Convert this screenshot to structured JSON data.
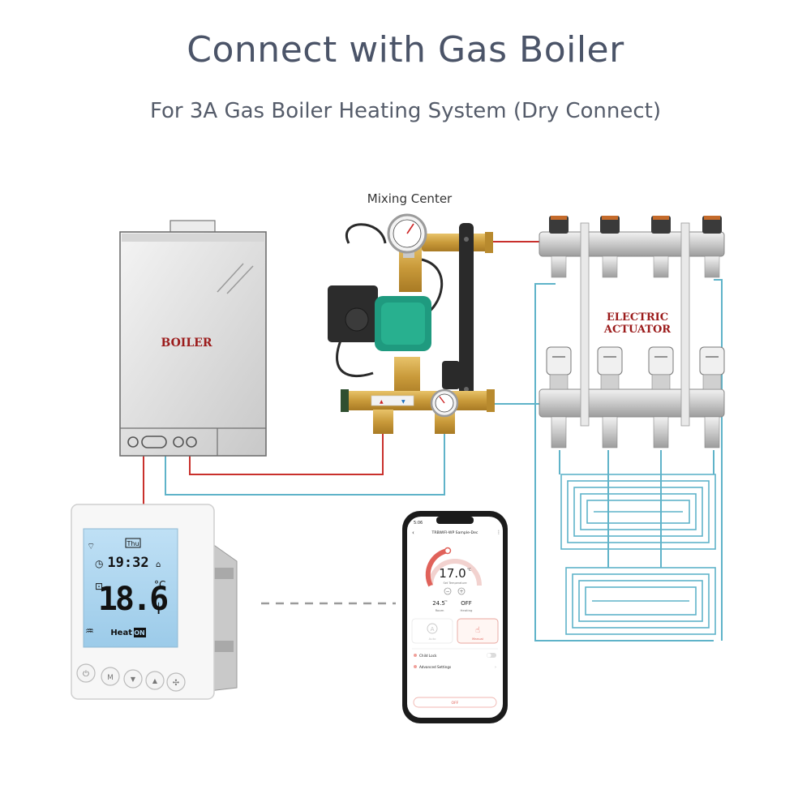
{
  "header": {
    "title": "Connect with Gas Boiler",
    "subtitle": "For 3A Gas Boiler Heating System (Dry Connect)"
  },
  "labels": {
    "mixing_center": "Mixing Center",
    "boiler": "BOILER",
    "actuator_line1": "ELECTRIC",
    "actuator_line2": "ACTUATOR"
  },
  "thermostat": {
    "day": "Thu",
    "time": "19:32",
    "temperature": "18.6",
    "unit": "°C",
    "mode": "Heat",
    "state": "ON"
  },
  "phone": {
    "status_time": "5:06",
    "app_title": "TRBWIFI-WP Sample-Dec",
    "set_temp": "17.0",
    "set_temp_unit": "°C",
    "set_temp_caption": "Set Temperature",
    "room_temp": "24.5",
    "room_temp_unit": "°C",
    "room_caption": "Room",
    "heating_value": "OFF",
    "heating_caption": "Heating",
    "mode_auto": "Auto",
    "mode_manual": "Manual",
    "child_lock": "Child Lock",
    "advanced_settings": "Advanced Settings",
    "off_button": "OFF"
  },
  "colors": {
    "hot_pipe": "#c9302c",
    "cold_pipe": "#5fb3c9",
    "lcd": "#a9d3ef",
    "label_red": "#9b1b1b"
  }
}
